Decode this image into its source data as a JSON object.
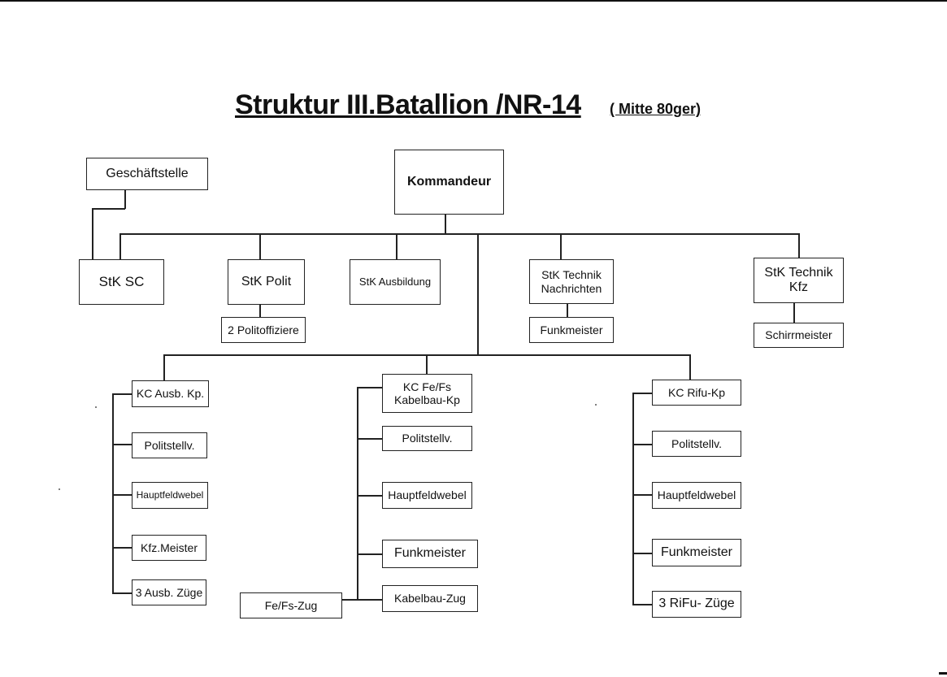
{
  "title": "Struktur III.Batallion /NR-14",
  "subtitle": "( Mitte 80ger)",
  "top": {
    "kommandeur": "Kommandeur",
    "geschaeftsstelle": "Geschäftstelle"
  },
  "staff": {
    "stk_sc": "StK SC",
    "stk_polit": "StK Polit",
    "politoffiziere": "2 Politoffiziere",
    "stk_ausbildung": "StK Ausbildung",
    "stk_technik_nachrichten": "StK Technik\nNachrichten",
    "funkmeister": "Funkmeister",
    "stk_technik_kfz": "StK Technik\nKfz",
    "schirrmeister": "Schirrmeister"
  },
  "companies": {
    "ausb": {
      "chief": "KC Ausb. Kp.",
      "items": [
        "Politstellv.",
        "Hauptfeldwebel",
        "Kfz.Meister",
        "3 Ausb. Züge"
      ]
    },
    "fefs": {
      "chief": "KC  Fe/Fs\nKabelbau-Kp",
      "items": [
        "Politstellv.",
        "Hauptfeldwebel",
        "Funkmeister",
        "Kabelbau-Zug"
      ],
      "extra": "Fe/Fs-Zug"
    },
    "rifu": {
      "chief": "KC Rifu-Kp",
      "items": [
        "Politstellv.",
        "Hauptfeldwebel",
        "Funkmeister",
        "3 RiFu- Züge"
      ]
    }
  }
}
